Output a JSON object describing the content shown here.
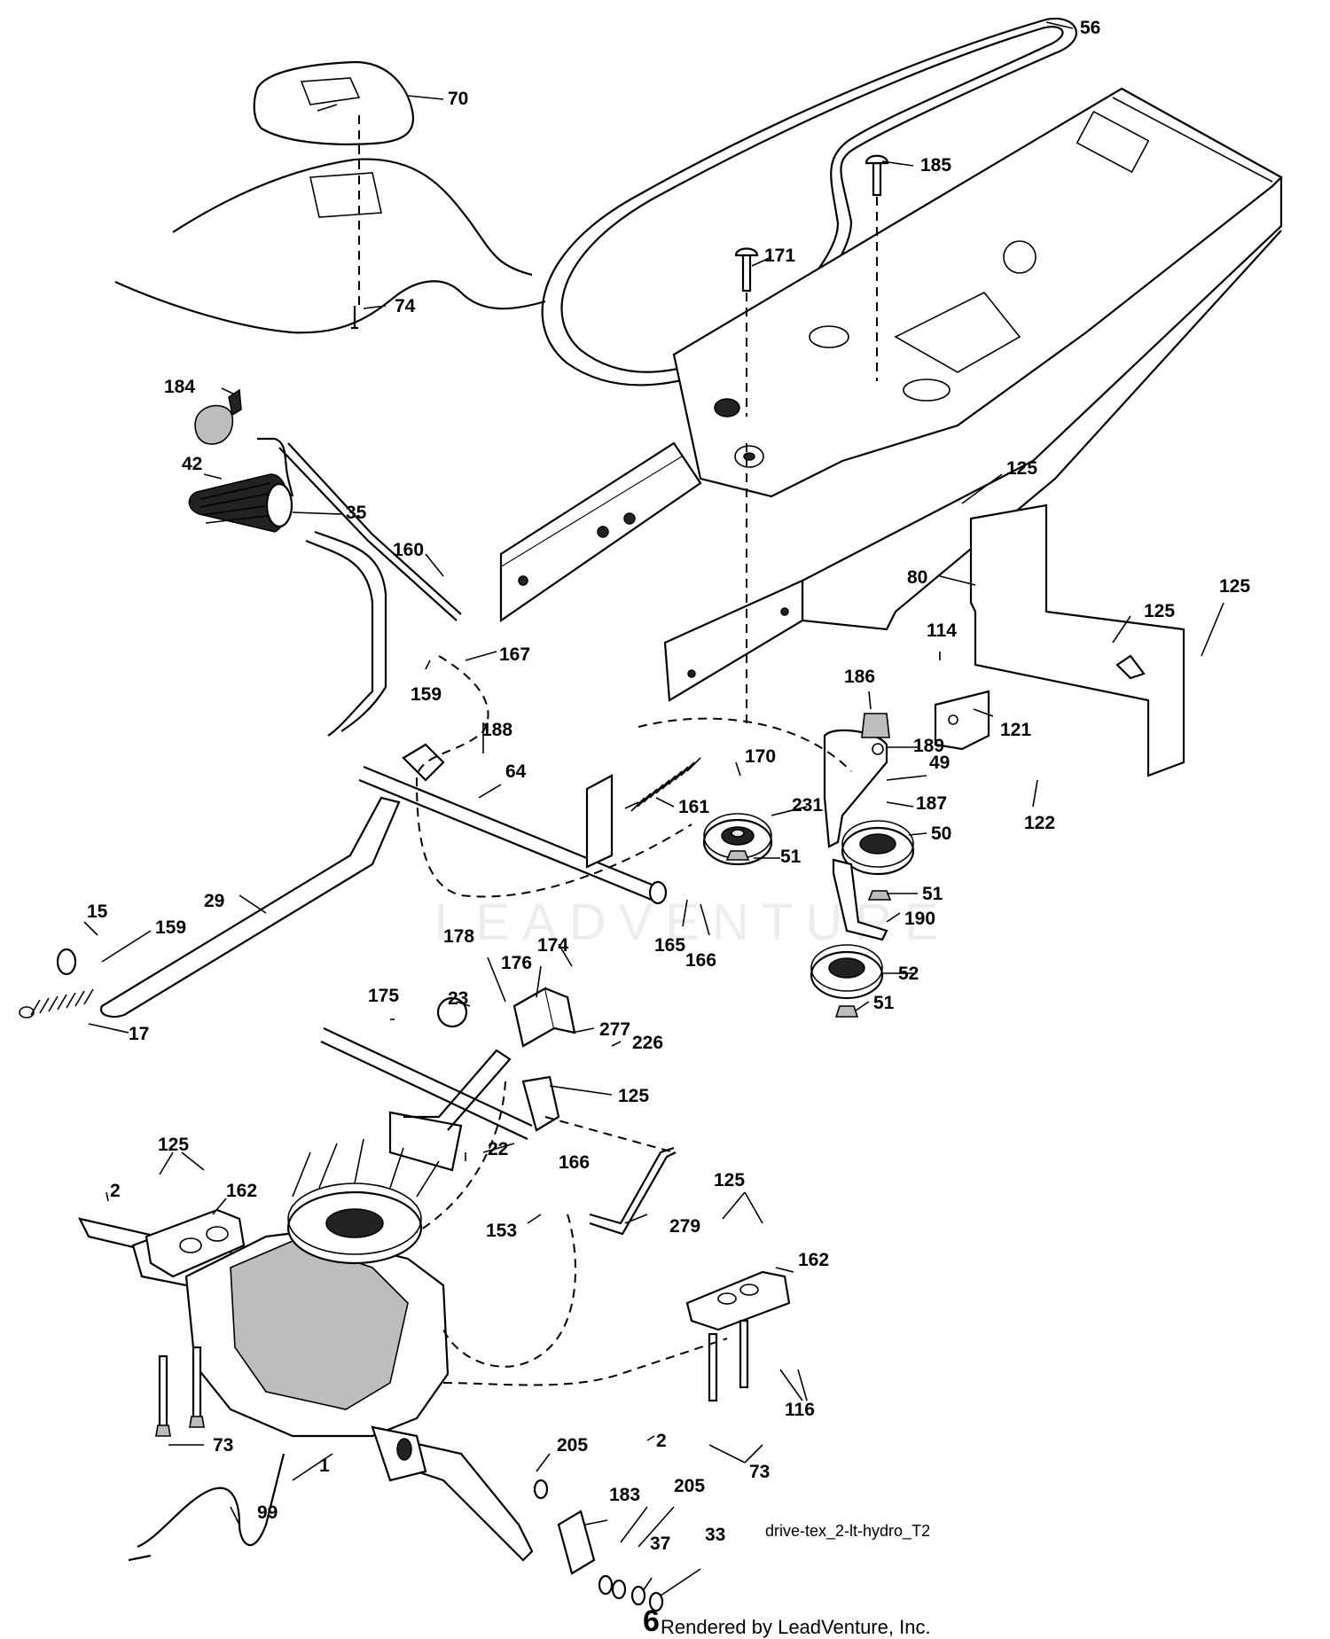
{
  "diagram": {
    "drawing_name": "drive-tex_2-lt-hydro_T2",
    "page_number": "6",
    "rendered_by": "Rendered by LeadVenture, Inc.",
    "watermark": "LEADVENTURE",
    "callouts": [
      {
        "id": "c56",
        "label": "56"
      },
      {
        "id": "c70",
        "label": "70"
      },
      {
        "id": "c185",
        "label": "185"
      },
      {
        "id": "c171",
        "label": "171"
      },
      {
        "id": "c74",
        "label": "74"
      },
      {
        "id": "c184",
        "label": "184"
      },
      {
        "id": "c42",
        "label": "42"
      },
      {
        "id": "c35",
        "label": "35"
      },
      {
        "id": "c125a",
        "label": "125"
      },
      {
        "id": "c160",
        "label": "160"
      },
      {
        "id": "c80",
        "label": "80"
      },
      {
        "id": "c125b",
        "label": "125"
      },
      {
        "id": "c125c",
        "label": "125"
      },
      {
        "id": "c167",
        "label": "167"
      },
      {
        "id": "c114",
        "label": "114"
      },
      {
        "id": "c159a",
        "label": "159"
      },
      {
        "id": "c186",
        "label": "186"
      },
      {
        "id": "c121",
        "label": "121"
      },
      {
        "id": "c188",
        "label": "188"
      },
      {
        "id": "c189",
        "label": "189"
      },
      {
        "id": "c170",
        "label": "170"
      },
      {
        "id": "c49",
        "label": "49"
      },
      {
        "id": "c64",
        "label": "64"
      },
      {
        "id": "c231",
        "label": "231"
      },
      {
        "id": "c161",
        "label": "161"
      },
      {
        "id": "c187",
        "label": "187"
      },
      {
        "id": "c122",
        "label": "122"
      },
      {
        "id": "c50",
        "label": "50"
      },
      {
        "id": "c51a",
        "label": "51"
      },
      {
        "id": "c51b",
        "label": "51"
      },
      {
        "id": "c190",
        "label": "190"
      },
      {
        "id": "c29",
        "label": "29"
      },
      {
        "id": "c15",
        "label": "15"
      },
      {
        "id": "c159b",
        "label": "159"
      },
      {
        "id": "c165",
        "label": "165"
      },
      {
        "id": "c166a",
        "label": "166"
      },
      {
        "id": "c178",
        "label": "178"
      },
      {
        "id": "c174",
        "label": "174"
      },
      {
        "id": "c176",
        "label": "176"
      },
      {
        "id": "c52",
        "label": "52"
      },
      {
        "id": "c175",
        "label": "175"
      },
      {
        "id": "c23",
        "label": "23"
      },
      {
        "id": "c51c",
        "label": "51"
      },
      {
        "id": "c277",
        "label": "277"
      },
      {
        "id": "c17",
        "label": "17"
      },
      {
        "id": "c226",
        "label": "226"
      },
      {
        "id": "c125d",
        "label": "125"
      },
      {
        "id": "c125e",
        "label": "125"
      },
      {
        "id": "c22",
        "label": "22"
      },
      {
        "id": "c166b",
        "label": "166"
      },
      {
        "id": "c125f",
        "label": "125"
      },
      {
        "id": "c2a",
        "label": "2"
      },
      {
        "id": "c162a",
        "label": "162"
      },
      {
        "id": "c153",
        "label": "153"
      },
      {
        "id": "c279",
        "label": "279"
      },
      {
        "id": "c162b",
        "label": "162"
      },
      {
        "id": "c116",
        "label": "116"
      },
      {
        "id": "c73a",
        "label": "73"
      },
      {
        "id": "c205a",
        "label": "205"
      },
      {
        "id": "c2b",
        "label": "2"
      },
      {
        "id": "c73b",
        "label": "73"
      },
      {
        "id": "c1",
        "label": "1"
      },
      {
        "id": "c183",
        "label": "183"
      },
      {
        "id": "c205b",
        "label": "205"
      },
      {
        "id": "c99",
        "label": "99"
      },
      {
        "id": "c37",
        "label": "37"
      },
      {
        "id": "c33",
        "label": "33"
      }
    ]
  }
}
